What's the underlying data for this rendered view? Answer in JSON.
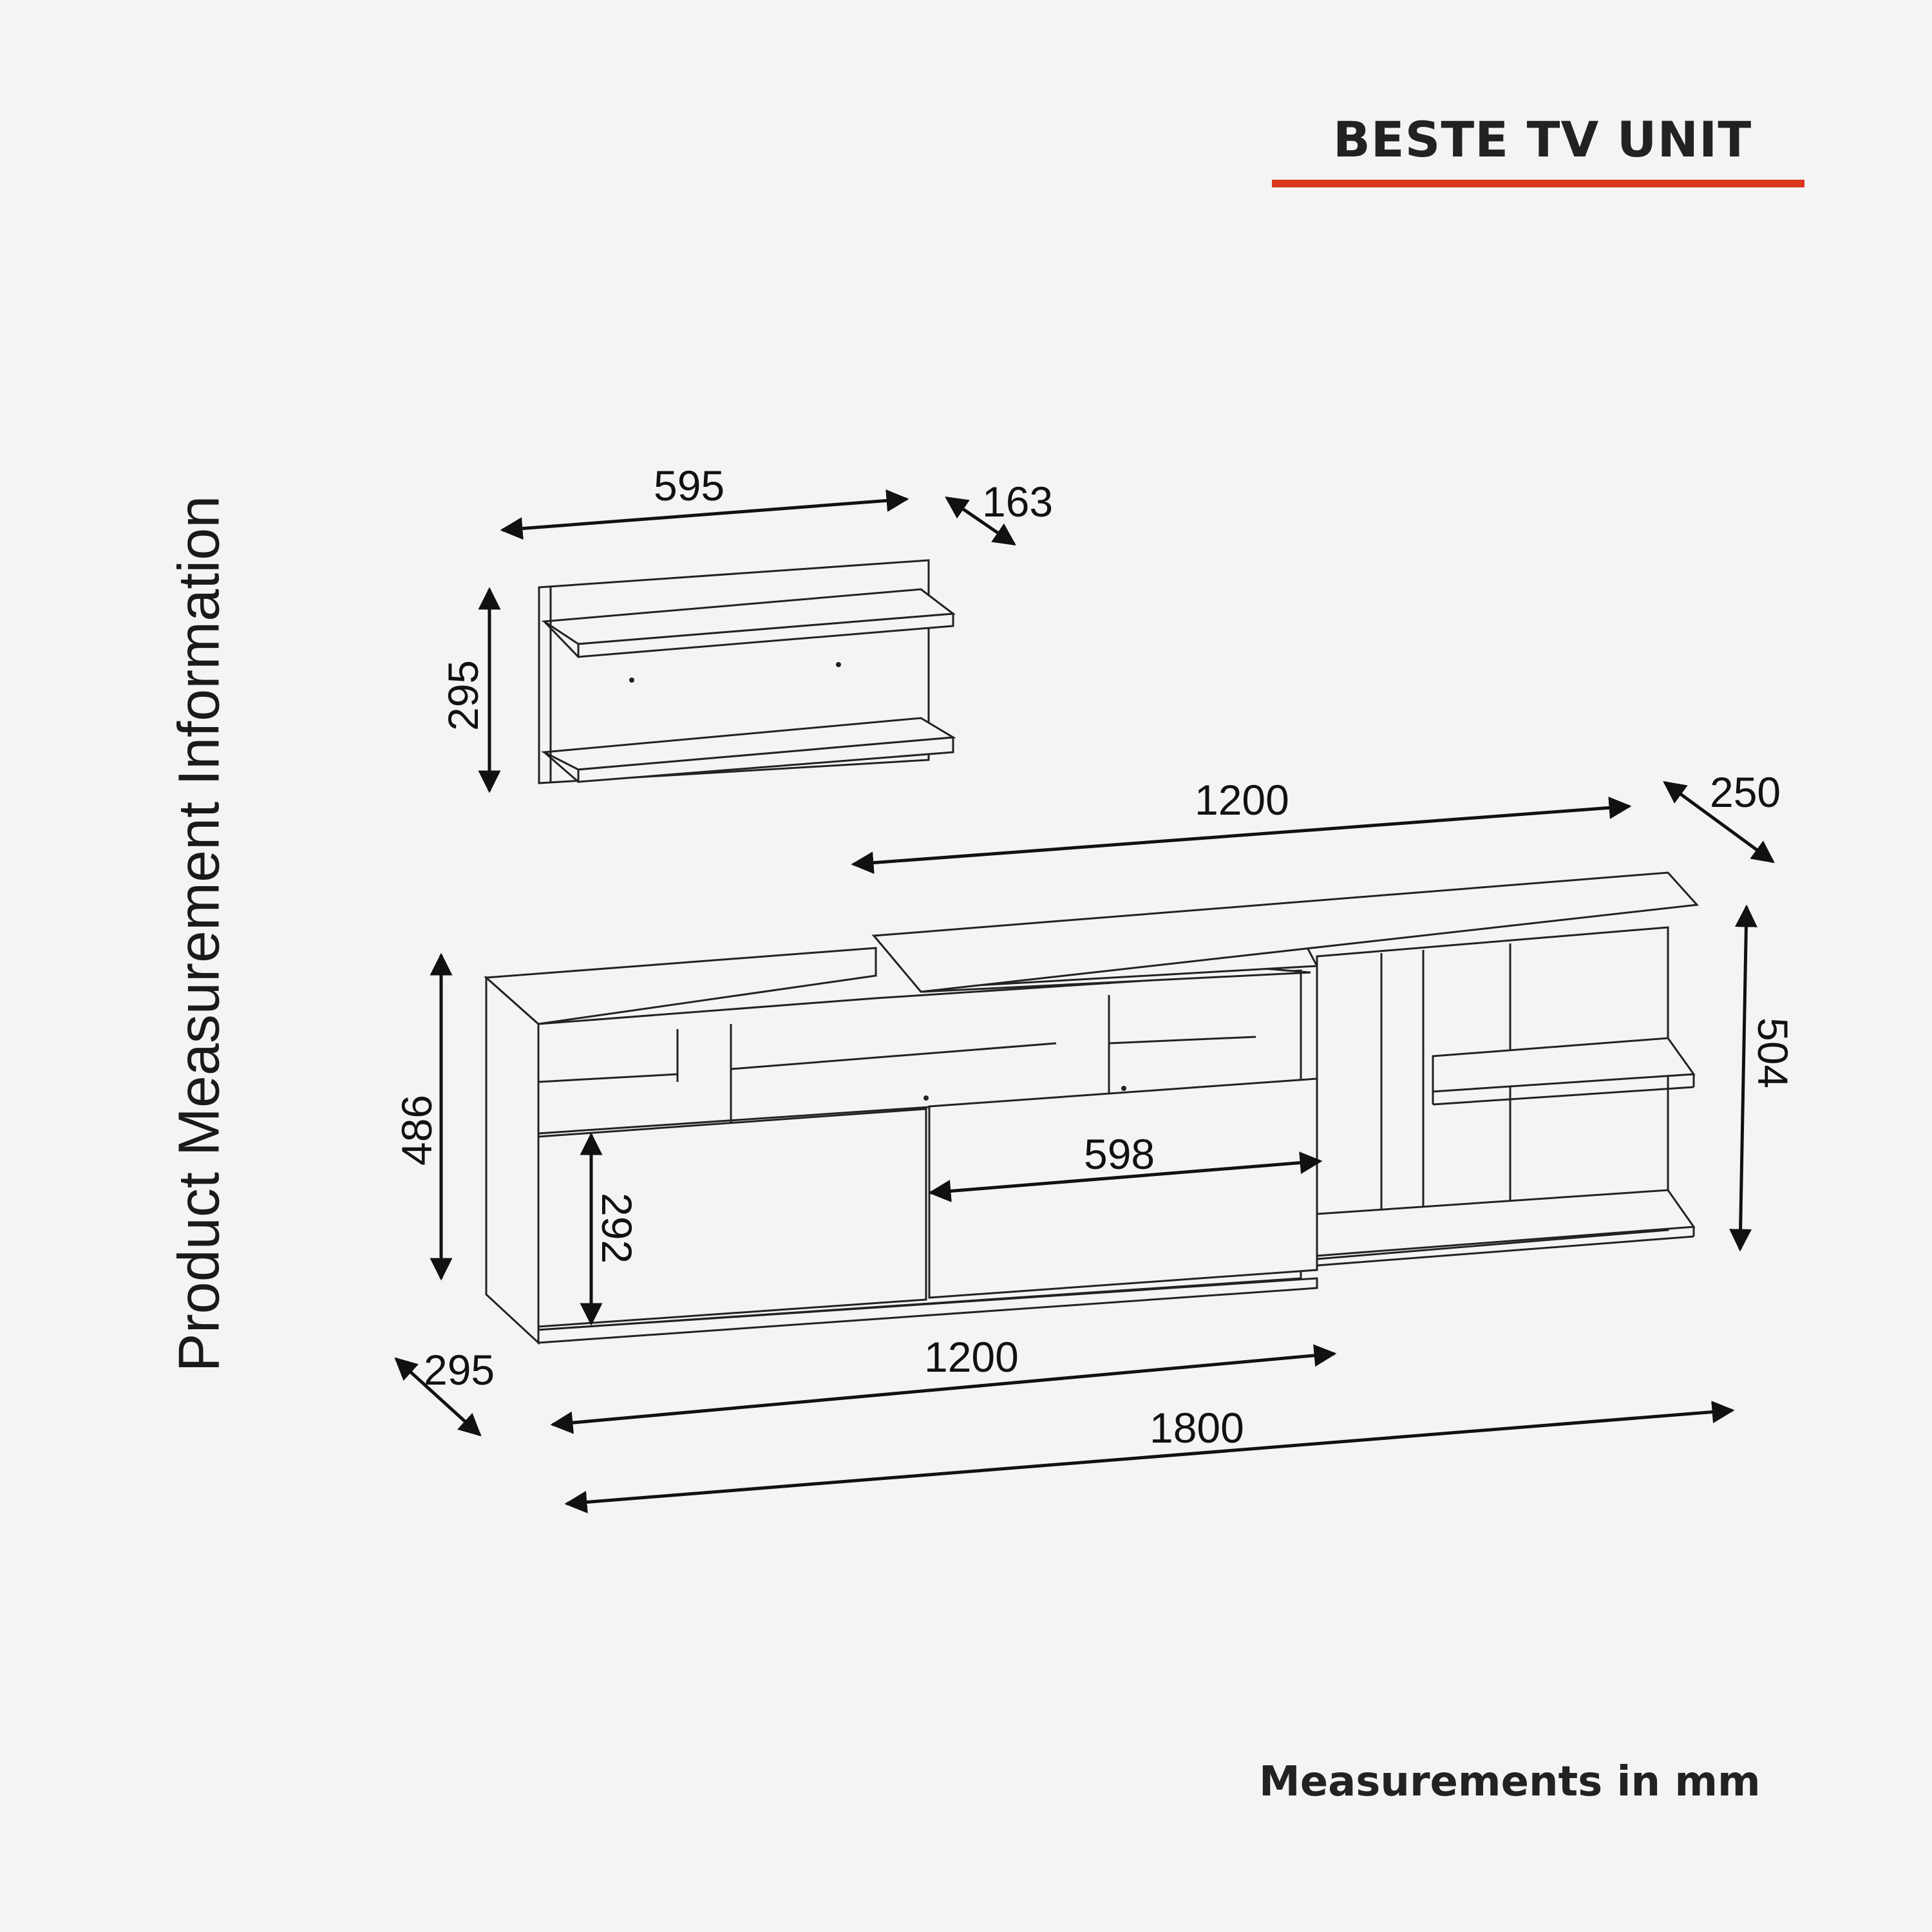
{
  "header": {
    "title": "BESTE TV UNIT",
    "accent_color": "#d9381e"
  },
  "side_label": "Product Measurement Information",
  "footnote": "Measurements in mm",
  "dimensions": {
    "shelf_width": "595",
    "shelf_depth": "163",
    "shelf_height": "295",
    "top_width": "1200",
    "top_depth": "250",
    "right_height": "504",
    "left_height": "486",
    "door_height": "292",
    "drawer_width": "598",
    "bottom_depth": "295",
    "bottom_width": "1200",
    "total_width": "1800"
  }
}
